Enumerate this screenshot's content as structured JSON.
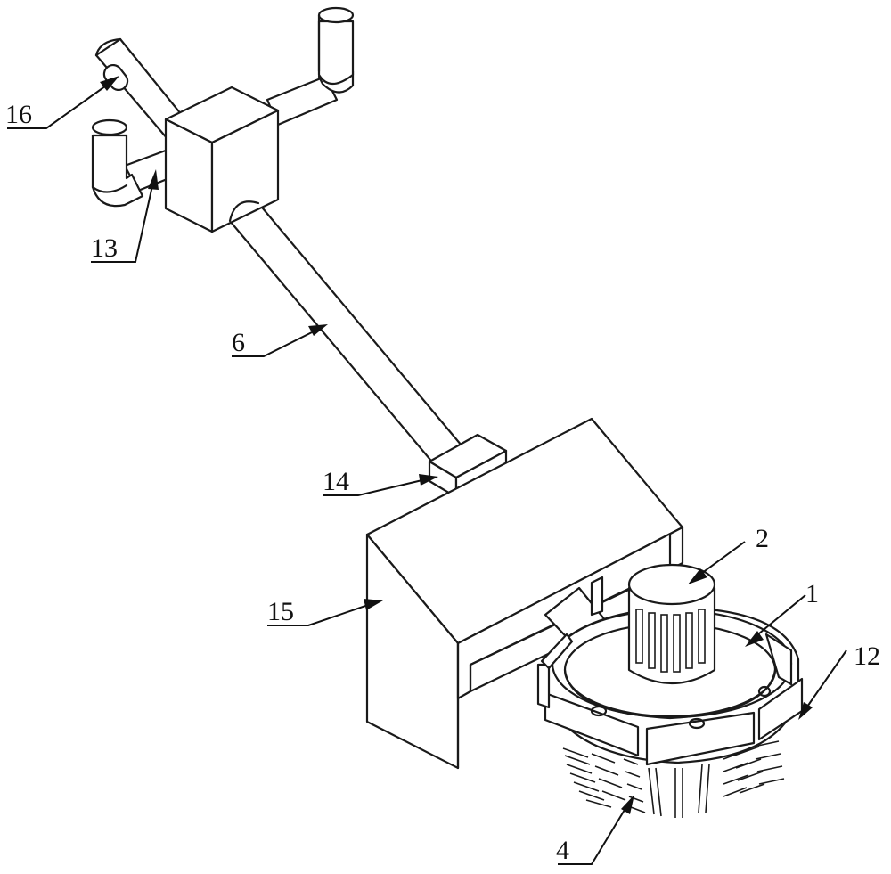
{
  "colors": {
    "line": "#1a1a1a",
    "background": "#ffffff"
  },
  "callouts": [
    {
      "id": "16",
      "label": "16"
    },
    {
      "id": "13",
      "label": "13"
    },
    {
      "id": "6",
      "label": "6"
    },
    {
      "id": "14",
      "label": "14"
    },
    {
      "id": "15",
      "label": "15"
    },
    {
      "id": "2",
      "label": "2"
    },
    {
      "id": "1",
      "label": "1"
    },
    {
      "id": "12",
      "label": "12"
    },
    {
      "id": "4",
      "label": "4"
    }
  ]
}
